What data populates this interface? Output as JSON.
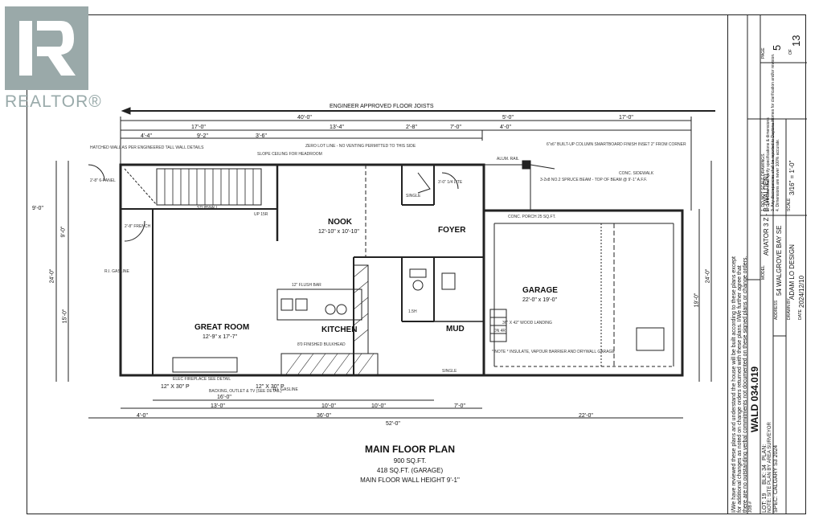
{
  "watermark": {
    "text": "REALTOR®",
    "color": "#9aa9a9"
  },
  "plan": {
    "title": "MAIN FLOOR PLAN",
    "area": "900 SQ.FT.",
    "garage_area": "418 SQ.FT. (GARAGE)",
    "wall_height": "MAIN FLOOR WALL HEIGHT 9'-1\"",
    "top_note": "ENGINEER APPROVED FLOOR JOISTS",
    "rooms": {
      "nook": "NOOK",
      "nook_dim": "12'-10\" x 10'-10\"",
      "foyer": "FOYER",
      "great_room": "GREAT ROOM",
      "great_room_dim": "12'-9\" x 17'-7\"",
      "kitchen": "KITCHEN",
      "garage": "GARAGE",
      "garage_dim": "22'-0\" x 19'-0\"",
      "mud": "MUD"
    },
    "labels": {
      "flush_bar": "12\" FLUSH BAR",
      "bulkhead": "8'0 FINISHED BULKHEAD",
      "gasline1": "R.I. GASLINE",
      "gasline2": "R.I. GASLINE",
      "porch": "CONC. PORCH 25 SQ.FT.",
      "sidewalk": "CONC. SIDEWALK",
      "landing": "36\" X 42\" WOOD LANDING",
      "insulate": "* NOTE * INSULATE, VAPOUR BARRIER AND DRYWALL GARAGE",
      "column": "6\"x6\" BUILT-UP COLUMN SMARTBOARD FINISH INSET 2\" FROM CORNER",
      "spruce_beam": "3-2x8 NO.2 SPRUCE BEAM - TOP OF BEAM @ 9'-1\" A.F.F.",
      "lot_line": "ZERO LOT LINE - NO VENTING PERMITTED TO THIS SIDE",
      "slope_ceiling": "SLOPE CEILING FOR HEADROOM",
      "stubwall": "STUBWALL",
      "french": "2'-8\" FRENCH",
      "six_panel": "2'-8\" 6-PANEL",
      "lite": "3'-0\" 1/4 LITE",
      "fireplace": "ELEC FIREPLACE SEE DETAIL",
      "backing": "BACKING, OUTLET & TV (SEE DETAIL)",
      "single1": "SINGLE",
      "single2": "SINGLE",
      "one_five": "1.5H",
      "dn4r": "DN 4R",
      "up15r": "UP 15R",
      "hatched": "HATCHED WALL AS PER ENGINEERED TALL WALL DETAILS",
      "alum_rail": "ALUM. RAIL"
    },
    "dims_top": [
      "40'-0\"",
      "5'-0\"",
      "17'-0\"",
      "17'-0\"",
      "13'-4\"",
      "2'-8\"",
      "7'-0\"",
      "4'-4\"",
      "9'-2\"",
      "3'-6\"",
      "4'-0\"",
      "9'-0\""
    ],
    "dims_bottom": [
      "12\" X 30\" P",
      "12\" X 30\" P",
      "10'-0\"",
      "10'-0\"",
      "13'-0\"",
      "16'-0\"",
      "7'-0\"",
      "4'-0\"",
      "36'-0\"",
      "52'-0\"",
      "22'-0\""
    ],
    "dims_left": [
      "24'-0\"",
      "15'-0\"",
      "9'-0\""
    ],
    "dims_right": [
      "24'-0\"",
      "19'-0\""
    ]
  },
  "title_block": {
    "disclaimer_1": "I/We have reviewed these plans and understand the house will be built according to these plans except",
    "disclaimer_2": "for additional changes as noted on change orders returned with these plans. I/We further agree that",
    "disclaimer_3": "there are no outstanding verbal commitments not documented on these signed plans or change orders.",
    "job_label": "JOB #",
    "job_no": "WALD 034.019",
    "lot": "LOT: 19",
    "block": "BLK: 34",
    "plan_label": "PLAN:",
    "site_note": "NOTE: SITE PLAN BY AREA SURVEYOR",
    "spec": "SPEC: CALGARY S3 2024",
    "model_label": "MODEL",
    "model": "AVIATOR 3 Z - B (WALDEN)",
    "address_label": "ADDRESS",
    "address": "54 WALGROVE BAY SE",
    "drawn_label": "DRAWN BY",
    "drawn": "ADAM LO DESIGN",
    "date_label": "DATE",
    "date": "2024/12/10",
    "scale_label": "SCALE",
    "scale": "3/16\" = 1'-0\"",
    "page_label": "PAGE",
    "page": "5",
    "of_label": "OF",
    "total": "13",
    "notes_1": "1. DO NOT SCALE DRAWINGS.",
    "notes_2": "2. Contractor shall verify specifications & dimensions",
    "notes_3": "3. Any discrepancies shall be reported to Daytona Homes for clarification and/or revision.",
    "notes_4": "4. Dimensions are never 100% accurate."
  }
}
